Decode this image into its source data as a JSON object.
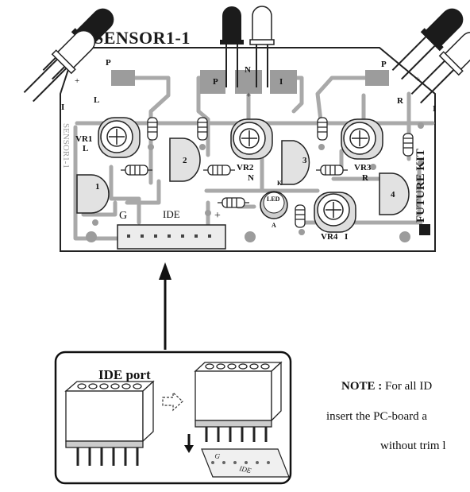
{
  "board": {
    "title": "SENSOR1-1",
    "brand": "FUTURE KIT",
    "vertical_silk": "SENSOR1-1",
    "labels": {
      "p_left": "P",
      "l_left": "L",
      "i_left": "I",
      "plus_left": "+",
      "p_center": "P",
      "n_center": "N",
      "i_center": "I",
      "plus_center": "+",
      "p_right": "P",
      "r_right": "R",
      "i_right": "I",
      "plus_right": "+",
      "vr1": "VR1",
      "vr1_sub": "L",
      "vr2": "VR2",
      "vr2_sub": "N",
      "vr3": "VR3",
      "vr3_sub": "R",
      "vr4": "VR4",
      "vr4_sub": "I",
      "ic1": "1",
      "ic2": "2",
      "ic3": "3",
      "ic4": "4",
      "led": "LED",
      "led_k": "K",
      "led_a": "A",
      "g": "G",
      "ide": "IDE",
      "plus_ide": "+"
    }
  },
  "inset": {
    "title": "IDE port",
    "strip_labels": {
      "g": "G",
      "ide": "IDE"
    }
  },
  "note": {
    "bold": "NOTE :",
    "line1": " For all ID",
    "line2": "insert the PC-board a",
    "line3": "without trim l"
  },
  "colors": {
    "board_fill": "#ffffff",
    "trace": "#a9a9a9",
    "pad": "#9c9c9c",
    "outline": "#222222",
    "led_dark": "#1b1b1b"
  }
}
